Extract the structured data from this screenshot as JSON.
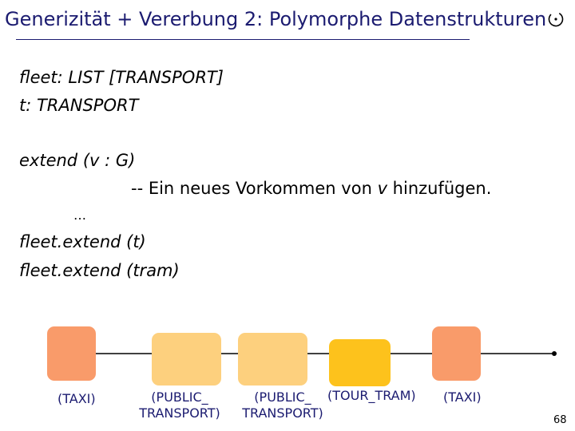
{
  "slide": {
    "title": "Generizität + Vererbung 2: Polymorphe Datenstrukturen",
    "logo_icon": "circle-dot-icon",
    "page_number": "68"
  },
  "code": {
    "line1": "fleet: LIST  [TRANSPORT]",
    "line2": "t: TRANSPORT",
    "line3": "extend (v : G)",
    "comment_prefix": "-- Ein neues Vorkommen von ",
    "comment_var": "v",
    "comment_suffix": " hinzufügen.",
    "ellipsis": "…",
    "line5": "fleet.extend (t)",
    "line6": "fleet.extend (tram)"
  },
  "list": {
    "colors": {
      "taxi": "#f99b6a",
      "public_transport": "#fdd07e",
      "tour_tram": "#fdc21c",
      "connector": "#000000"
    },
    "items": [
      {
        "label": "(TAXI)",
        "color": "#f99b6a"
      },
      {
        "label": "(PUBLIC_\nTRANSPORT)",
        "color": "#fdd07e"
      },
      {
        "label": "(PUBLIC_\nTRANSPORT)",
        "color": "#fdd07e"
      },
      {
        "label": "(TOUR_TRAM)",
        "color": "#fdc21c"
      },
      {
        "label": "(TAXI)",
        "color": "#f99b6a"
      }
    ]
  }
}
